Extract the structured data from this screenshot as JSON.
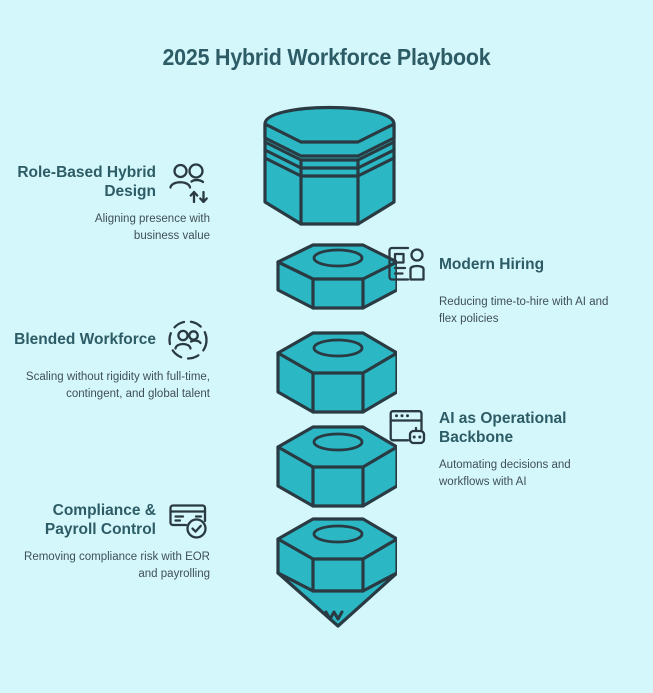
{
  "title": "2025 Hybrid Workforce Playbook",
  "colors": {
    "background": "#d4f7fb",
    "accent_teal": "#2bb8c4",
    "outline": "#2a3a42",
    "heading": "#2d5c66",
    "body_text": "#3f4f57"
  },
  "graphic": {
    "name": "pencil-stack",
    "segments": 5,
    "description": "Stacked hexagonal pencil segments with pointed tip"
  },
  "items": [
    {
      "id": "role-based-hybrid-design",
      "side": "left",
      "title": "Role-Based Hybrid Design",
      "description": "Aligning presence with business value",
      "icon": "two-people-up-down-arrows-icon"
    },
    {
      "id": "modern-hiring",
      "side": "right",
      "title": "Modern Hiring",
      "description": "Reducing time-to-hire with AI and flex policies",
      "icon": "resume-person-icon"
    },
    {
      "id": "blended-workforce",
      "side": "left",
      "title": "Blended Workforce",
      "description": "Scaling without rigidity with full-time, contingent, and global talent",
      "icon": "people-dashed-circle-icon"
    },
    {
      "id": "ai-as-operational-backbone",
      "side": "right",
      "title": "AI as Operational Backbone",
      "description": "Automating decisions and workflows with AI",
      "icon": "browser-bot-icon"
    },
    {
      "id": "compliance-payroll-control",
      "side": "left",
      "title": "Compliance & Payroll Control",
      "description": "Removing compliance risk with EOR and payrolling",
      "icon": "payment-card-check-icon"
    }
  ]
}
